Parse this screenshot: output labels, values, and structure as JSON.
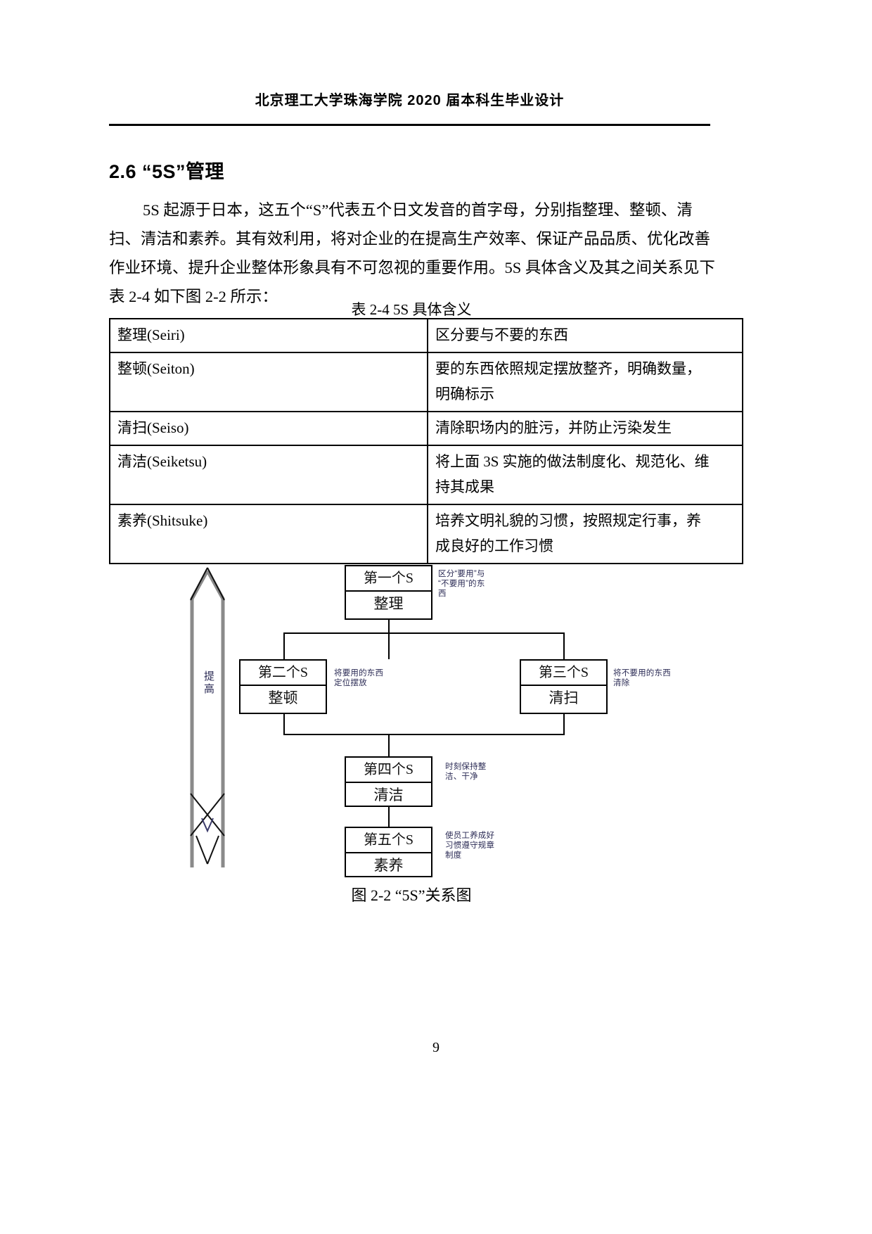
{
  "header": {
    "title": "北京理工大学珠海学院 2020 届本科生毕业设计"
  },
  "section": {
    "heading": "2.6 “5S”管理"
  },
  "paragraph": {
    "line1": "5S 起源于日本，这五个“S”代表五个日文发音的首字母，分别指整理、整顿、清",
    "line2": "扫、清洁和素养。其有效利用，将对企业的在提高生产效率、保证产品品质、优化改善",
    "line3": "作业环境、提升企业整体形象具有不可忽视的重要作用。5S 具体含义及其之间关系见下",
    "line4": "表 2-4 如下图 2-2 所示："
  },
  "table": {
    "caption": "表 2-4  5S 具体含义",
    "rows": [
      {
        "term": "整理(Seiri)",
        "meaning_l1": "区分要与不要的东西",
        "meaning_l2": ""
      },
      {
        "term": "整顿(Seiton)",
        "meaning_l1": "要的东西依照规定摆放整齐，明确数量，",
        "meaning_l2": "明确标示"
      },
      {
        "term": "清扫(Seiso)",
        "meaning_l1": "清除职场内的脏污，并防止污染发生",
        "meaning_l2": ""
      },
      {
        "term": "清洁(Seiketsu)",
        "meaning_l1": "将上面 3S 实施的做法制度化、规范化、维",
        "meaning_l2": "持其成果"
      },
      {
        "term": "素养(Shitsuke)",
        "meaning_l1": "培养文明礼貌的习惯，按照规定行事，养",
        "meaning_l2": "成良好的工作习惯"
      }
    ]
  },
  "diagram": {
    "arrow_label": "提高",
    "boxes": [
      {
        "id": "s1",
        "top_label": "第一个S",
        "bottom_label": "整理"
      },
      {
        "id": "s2",
        "top_label": "第二个S",
        "bottom_label": "整顿"
      },
      {
        "id": "s3",
        "top_label": "第三个S",
        "bottom_label": "清扫"
      },
      {
        "id": "s4",
        "top_label": "第四个S",
        "bottom_label": "清洁"
      },
      {
        "id": "s5",
        "top_label": "第五个S",
        "bottom_label": "素养"
      }
    ],
    "annotations": {
      "a1_l1": "区分“要用”与",
      "a1_l2": "“不要用”的东",
      "a1_l3": "西",
      "a2_l1": "将要用的东西",
      "a2_l2": "定位摆放",
      "a3_l1": "将不要用的东西",
      "a3_l2": "清除",
      "a4_l1": "时刻保持整",
      "a4_l2": "洁、干净",
      "a5_l1": "使员工养成好",
      "a5_l2": "习惯遵守规章",
      "a5_l3": "制度"
    }
  },
  "figure": {
    "caption": "图 2-2  “5S”关系图"
  },
  "footer": {
    "page_number": "9"
  }
}
